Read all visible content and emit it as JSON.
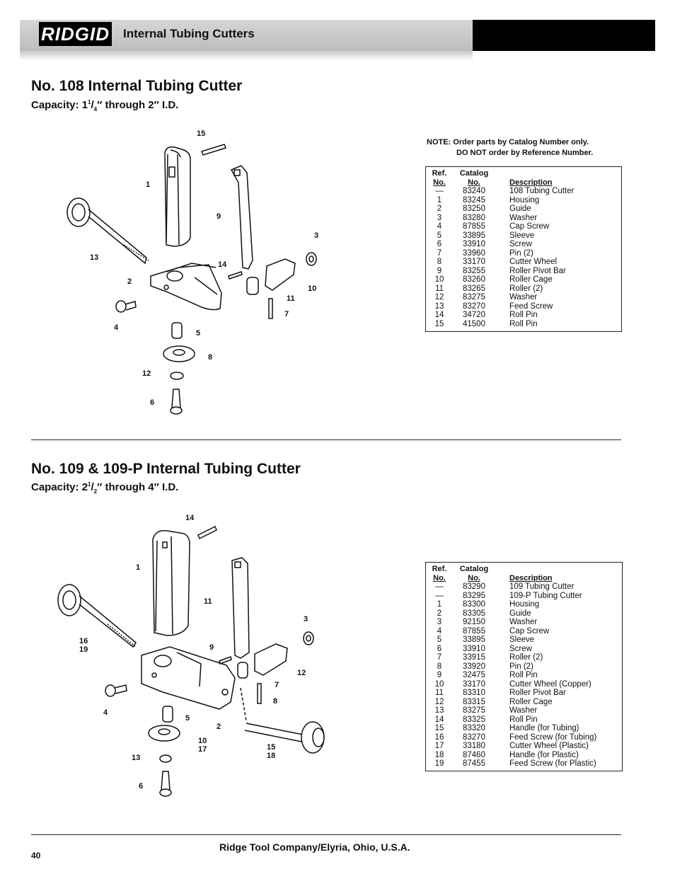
{
  "header": {
    "logo_text": "RIDGID",
    "section": "Internal Tubing Cutters"
  },
  "cutter108": {
    "title": "No. 108 Internal Tubing Cutter",
    "capacity_prefix": "Capacity: 1",
    "capacity_num": "1",
    "capacity_den": "4",
    "capacity_suffix": "″ through 2″ I.D.",
    "note_line1": "NOTE: Order parts by Catalog Number only.",
    "note_line2": "DO NOT order by Reference Number.",
    "table_headers": {
      "ref": [
        "Ref.",
        "No."
      ],
      "catalog": [
        "Catalog",
        "No."
      ],
      "description": "Description"
    },
    "parts": [
      [
        "—",
        "83240",
        "108 Tubing Cutter"
      ],
      [
        "1",
        "83245",
        "Housing"
      ],
      [
        "2",
        "83250",
        "Guide"
      ],
      [
        "3",
        "83280",
        "Washer"
      ],
      [
        "4",
        "87855",
        "Cap Screw"
      ],
      [
        "5",
        "33895",
        "Sleeve"
      ],
      [
        "6",
        "33910",
        "Screw"
      ],
      [
        "7",
        "33960",
        "Pin (2)"
      ],
      [
        "8",
        "33170",
        "Cutter Wheel"
      ],
      [
        "9",
        "83255",
        "Roller Pivot Bar"
      ],
      [
        "10",
        "83260",
        "Roller Cage"
      ],
      [
        "11",
        "83265",
        "Roller (2)"
      ],
      [
        "12",
        "83275",
        "Washer"
      ],
      [
        "13",
        "83270",
        "Feed Screw"
      ],
      [
        "14",
        "34720",
        "Roll Pin"
      ],
      [
        "15",
        "41500",
        "Roll Pin"
      ]
    ],
    "diagram_labels": [
      "15",
      "1",
      "9",
      "3",
      "13",
      "14",
      "2",
      "10",
      "11",
      "7",
      "4",
      "5",
      "8",
      "12",
      "6"
    ]
  },
  "cutter109": {
    "title": "No. 109 & 109-P Internal Tubing Cutter",
    "capacity_prefix": "Capacity: 2",
    "capacity_num": "1",
    "capacity_den": "2",
    "capacity_suffix": "″ through 4″ I.D.",
    "table_headers": {
      "ref": [
        "Ref.",
        "No."
      ],
      "catalog": [
        "Catalog",
        "No."
      ],
      "description": "Description"
    },
    "parts": [
      [
        "—",
        "83290",
        "109 Tubing Cutter"
      ],
      [
        "—",
        "83295",
        "109-P Tubing Cutter"
      ],
      [
        "1",
        "83300",
        "Housing"
      ],
      [
        "2",
        "83305",
        "Guide"
      ],
      [
        "3",
        "92150",
        "Washer"
      ],
      [
        "4",
        "87855",
        "Cap Screw"
      ],
      [
        "5",
        "33895",
        "Sleeve"
      ],
      [
        "6",
        "33910",
        "Screw"
      ],
      [
        "7",
        "33915",
        "Roller (2)"
      ],
      [
        "8",
        "33920",
        "Pin (2)"
      ],
      [
        "9",
        "32475",
        "Roll Pin"
      ],
      [
        "10",
        "33170",
        "Cutter Wheel (Copper)"
      ],
      [
        "11",
        "83310",
        "Roller Pivot Bar"
      ],
      [
        "12",
        "83315",
        "Roller Cage"
      ],
      [
        "13",
        "83275",
        "Washer"
      ],
      [
        "14",
        "83325",
        "Roll Pin"
      ],
      [
        "15",
        "83320",
        "Handle (for Tubing)"
      ],
      [
        "16",
        "83270",
        "Feed Screw (for Tubing)"
      ],
      [
        "17",
        "33180",
        "Cutter Wheel (Plastic)"
      ],
      [
        "18",
        "87460",
        "Handle (for Plastic)"
      ],
      [
        "19",
        "87455",
        "Feed Screw (for Plastic)"
      ]
    ],
    "diagram_labels": [
      "14",
      "1",
      "11",
      "3",
      "16",
      "19",
      "9",
      "12",
      "7",
      "8",
      "4",
      "5",
      "2",
      "10",
      "17",
      "15",
      "18",
      "13",
      "6"
    ]
  },
  "footer": {
    "company": "Ridge Tool Company/Elyria, Ohio, U.S.A.",
    "page_number": "40"
  }
}
